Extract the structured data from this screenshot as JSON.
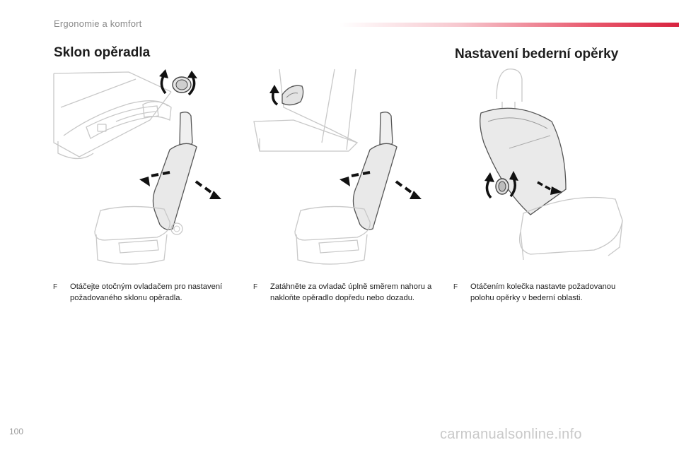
{
  "header": {
    "section_name": "Ergonomie a komfort"
  },
  "sections": {
    "left_title": "Sklon opěradla",
    "right_title": "Nastavení bederní opěrky"
  },
  "instructions": [
    {
      "bullet": "F",
      "text": "Otáčejte otočným ovladačem pro nastavení požadovaného sklonu opěradla."
    },
    {
      "bullet": "F",
      "text": "Zatáhněte za ovladač úplně směrem nahoru a nakloňte opěradlo dopředu nebo dozadu."
    },
    {
      "bullet": "F",
      "text": "Otáčením kolečka nastavte požadovanou polohu opěrky v bederní oblasti."
    }
  ],
  "footer": {
    "page_number": "100",
    "watermark": "carmanualsonline.info"
  },
  "colors": {
    "accent": "#d8233f",
    "header_text": "#8a8a8a",
    "illustration_line": "#c8c8c8",
    "arrow": "#111111"
  }
}
